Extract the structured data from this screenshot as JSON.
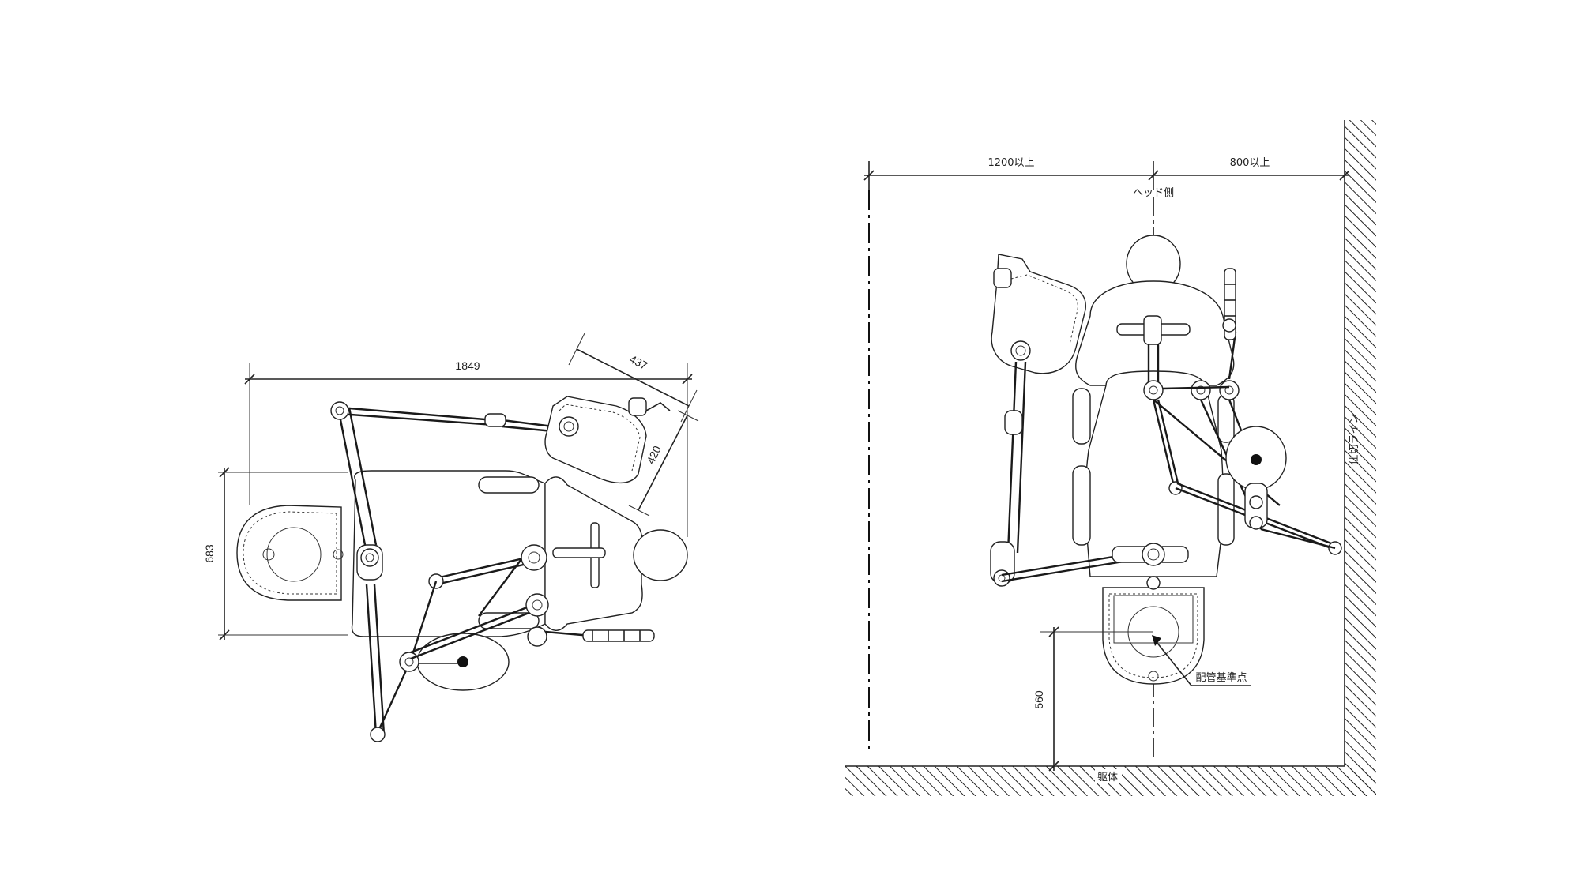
{
  "left_view": {
    "dim_width": "1849",
    "dim_height": "683",
    "dim_tray_length": "437",
    "dim_tray_width": "420"
  },
  "right_view": {
    "dim_left_clearance": "1200以上",
    "dim_right_clearance": "800以上",
    "label_head_side": "ヘッド側",
    "label_partition_line": "仕切ライン",
    "label_piping_reference": "配管基準点",
    "dim_piping_offset": "560",
    "label_building_frame": "躯体"
  }
}
